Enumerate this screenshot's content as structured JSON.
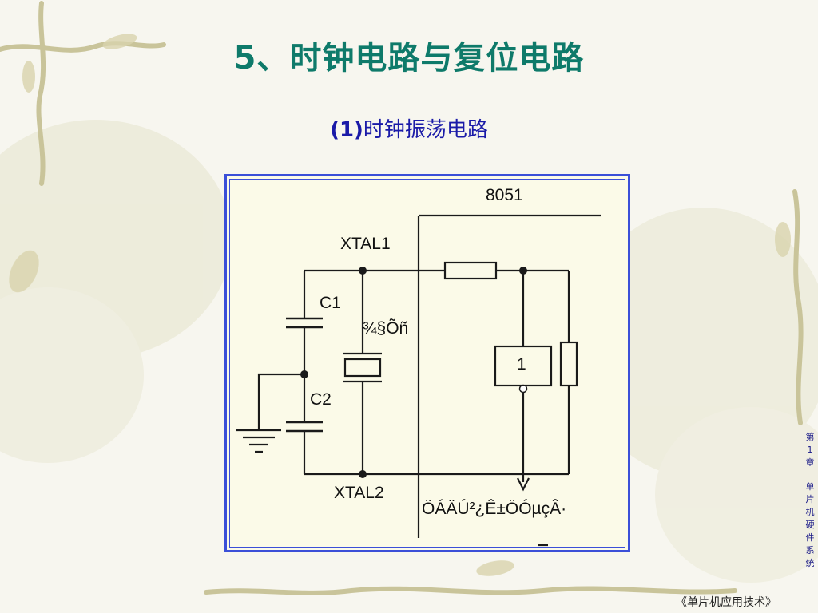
{
  "slide": {
    "title": "5、时钟电路与复位电路",
    "subtitle_num": "(1)",
    "subtitle_text": "时钟振荡电路"
  },
  "diagram": {
    "chip_label": "8051",
    "pin1_label": "XTAL1",
    "pin2_label": "XTAL2",
    "cap1_label": "C1",
    "cap2_label": "C2",
    "crystal_label": "¾§Õñ",
    "inverter_label": "1",
    "output_label": "ÖÁÄÚ²¿Ê±ÖÓµçÂ·",
    "line_color": "#1a1a1a",
    "frame_color": "#3b4fd8",
    "fill_color": "#fbfae8"
  },
  "sidebar": {
    "chapter_line1": "第",
    "chapter_line2": "1",
    "chapter_line3": "章",
    "chapter_title": "单片机硬件系统"
  },
  "footer": {
    "book_title": "《单片机应用技术》"
  },
  "colors": {
    "title": "#0e7a6a",
    "subtitle": "#1a1aa8",
    "sidebar_text": "#1a1a88"
  }
}
